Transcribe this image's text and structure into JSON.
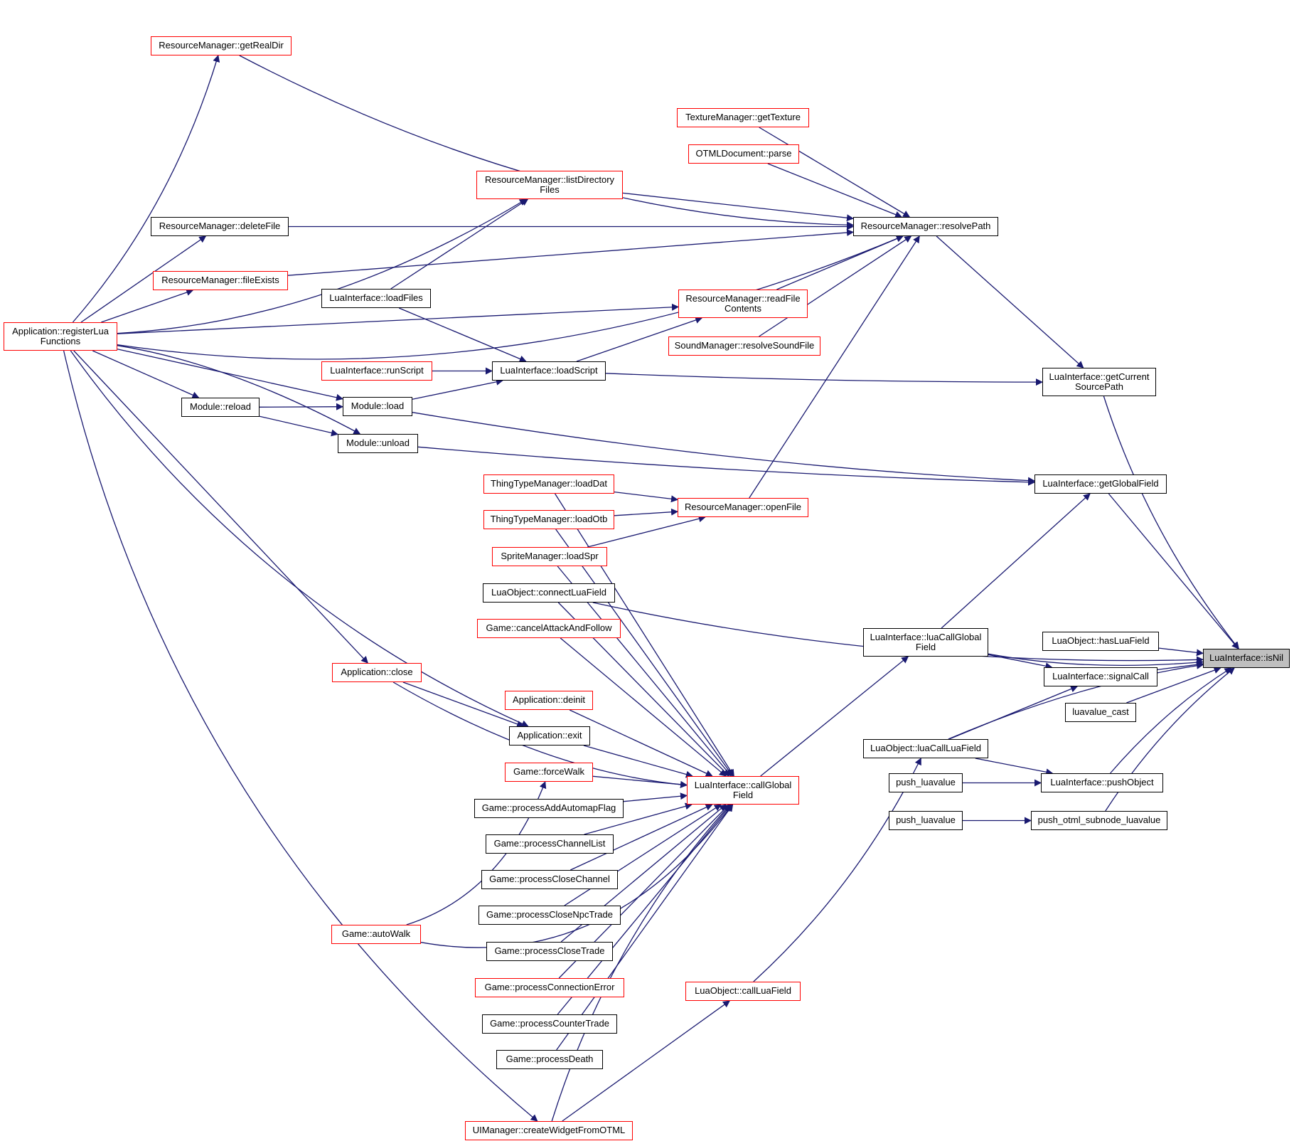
{
  "diagram_title": "LuaInterface::isNil caller graph",
  "colors": {
    "edge": "#191970",
    "border_default": "#000000",
    "border_linked": "#ff0000",
    "focus_fill": "#bfbfbf"
  },
  "nodes": [
    {
      "id": "getRealDir",
      "label": "ResourceManager::getRealDir",
      "border": "red"
    },
    {
      "id": "getTexture",
      "label": "TextureManager::getTexture",
      "border": "red"
    },
    {
      "id": "otmlParse",
      "label": "OTMLDocument::parse",
      "border": "red"
    },
    {
      "id": "listDirectoryFiles",
      "label": "ResourceManager::listDirectory\nFiles",
      "border": "red"
    },
    {
      "id": "deleteFile",
      "label": "ResourceManager::deleteFile",
      "border": "black"
    },
    {
      "id": "resolvePath",
      "label": "ResourceManager::resolvePath",
      "border": "black"
    },
    {
      "id": "fileExists",
      "label": "ResourceManager::fileExists",
      "border": "red"
    },
    {
      "id": "loadFiles",
      "label": "LuaInterface::loadFiles",
      "border": "black"
    },
    {
      "id": "readFileContents",
      "label": "ResourceManager::readFile\nContents",
      "border": "red"
    },
    {
      "id": "registerLuaFunctions",
      "label": "Application::registerLua\nFunctions",
      "border": "red"
    },
    {
      "id": "resolveSoundFile",
      "label": "SoundManager::resolveSoundFile",
      "border": "red"
    },
    {
      "id": "runScript",
      "label": "LuaInterface::runScript",
      "border": "red"
    },
    {
      "id": "loadScript",
      "label": "LuaInterface::loadScript",
      "border": "black"
    },
    {
      "id": "getCurrentSourcePath",
      "label": "LuaInterface::getCurrent\nSourcePath",
      "border": "black"
    },
    {
      "id": "moduleReload",
      "label": "Module::reload",
      "border": "black"
    },
    {
      "id": "moduleLoad",
      "label": "Module::load",
      "border": "black"
    },
    {
      "id": "moduleUnload",
      "label": "Module::unload",
      "border": "black"
    },
    {
      "id": "loadDat",
      "label": "ThingTypeManager::loadDat",
      "border": "red"
    },
    {
      "id": "openFile",
      "label": "ResourceManager::openFile",
      "border": "red"
    },
    {
      "id": "getGlobalField",
      "label": "LuaInterface::getGlobalField",
      "border": "black"
    },
    {
      "id": "loadOtb",
      "label": "ThingTypeManager::loadOtb",
      "border": "red"
    },
    {
      "id": "loadSpr",
      "label": "SpriteManager::loadSpr",
      "border": "red"
    },
    {
      "id": "connectLuaField",
      "label": "LuaObject::connectLuaField",
      "border": "black"
    },
    {
      "id": "cancelAttackAndFollow",
      "label": "Game::cancelAttackAndFollow",
      "border": "red"
    },
    {
      "id": "luaCallGlobalField",
      "label": "LuaInterface::luaCallGlobal\nField",
      "border": "black"
    },
    {
      "id": "hasLuaField",
      "label": "LuaObject::hasLuaField",
      "border": "black"
    },
    {
      "id": "isNil",
      "label": "LuaInterface::isNil",
      "border": "black",
      "focus": true
    },
    {
      "id": "appClose",
      "label": "Application::close",
      "border": "red"
    },
    {
      "id": "signalCall",
      "label": "LuaInterface::signalCall",
      "border": "black"
    },
    {
      "id": "appDeinit",
      "label": "Application::deinit",
      "border": "red"
    },
    {
      "id": "luavalueCast",
      "label": "luavalue_cast",
      "border": "black"
    },
    {
      "id": "appExit",
      "label": "Application::exit",
      "border": "black"
    },
    {
      "id": "luaCallLuaField",
      "label": "LuaObject::luaCallLuaField",
      "border": "black"
    },
    {
      "id": "forceWalk",
      "label": "Game::forceWalk",
      "border": "red"
    },
    {
      "id": "callGlobalField",
      "label": "LuaInterface::callGlobal\nField",
      "border": "red"
    },
    {
      "id": "pushLuavalue1",
      "label": "push_luavalue",
      "border": "black"
    },
    {
      "id": "pushObject",
      "label": "LuaInterface::pushObject",
      "border": "black"
    },
    {
      "id": "processAddAutomapFlag",
      "label": "Game::processAddAutomapFlag",
      "border": "black"
    },
    {
      "id": "pushLuavalue2",
      "label": "push_luavalue",
      "border": "black"
    },
    {
      "id": "pushOtmlSubnode",
      "label": "push_otml_subnode_luavalue",
      "border": "black"
    },
    {
      "id": "processChannelList",
      "label": "Game::processChannelList",
      "border": "black"
    },
    {
      "id": "processCloseChannel",
      "label": "Game::processCloseChannel",
      "border": "black"
    },
    {
      "id": "processCloseNpcTrade",
      "label": "Game::processCloseNpcTrade",
      "border": "black"
    },
    {
      "id": "autoWalk",
      "label": "Game::autoWalk",
      "border": "red"
    },
    {
      "id": "processCloseTrade",
      "label": "Game::processCloseTrade",
      "border": "black"
    },
    {
      "id": "processConnectionError",
      "label": "Game::processConnectionError",
      "border": "red"
    },
    {
      "id": "callLuaField",
      "label": "LuaObject::callLuaField",
      "border": "red"
    },
    {
      "id": "processCounterTrade",
      "label": "Game::processCounterTrade",
      "border": "black"
    },
    {
      "id": "processDeath",
      "label": "Game::processDeath",
      "border": "black"
    },
    {
      "id": "createWidgetFromOTML",
      "label": "UIManager::createWidgetFromOTML",
      "border": "red"
    }
  ],
  "edges": [
    [
      "resolvePath",
      "getRealDir"
    ],
    [
      "resolvePath",
      "registerLuaFunctions"
    ],
    [
      "resolvePath",
      "getTexture"
    ],
    [
      "resolvePath",
      "otmlParse"
    ],
    [
      "resolvePath",
      "listDirectoryFiles"
    ],
    [
      "resolvePath",
      "deleteFile"
    ],
    [
      "resolvePath",
      "fileExists"
    ],
    [
      "resolvePath",
      "readFileContents"
    ],
    [
      "resolvePath",
      "resolveSoundFile"
    ],
    [
      "resolvePath",
      "openFile"
    ],
    [
      "getRealDir",
      "registerLuaFunctions"
    ],
    [
      "listDirectoryFiles",
      "registerLuaFunctions"
    ],
    [
      "listDirectoryFiles",
      "loadFiles"
    ],
    [
      "deleteFile",
      "registerLuaFunctions"
    ],
    [
      "fileExists",
      "registerLuaFunctions"
    ],
    [
      "readFileContents",
      "registerLuaFunctions"
    ],
    [
      "readFileContents",
      "loadScript"
    ],
    [
      "loadScript",
      "loadFiles"
    ],
    [
      "loadScript",
      "runScript"
    ],
    [
      "loadScript",
      "moduleLoad"
    ],
    [
      "getCurrentSourcePath",
      "resolvePath"
    ],
    [
      "getCurrentSourcePath",
      "loadScript"
    ],
    [
      "moduleReload",
      "registerLuaFunctions"
    ],
    [
      "moduleLoad",
      "registerLuaFunctions"
    ],
    [
      "moduleLoad",
      "moduleReload"
    ],
    [
      "moduleUnload",
      "registerLuaFunctions"
    ],
    [
      "moduleUnload",
      "moduleReload"
    ],
    [
      "getGlobalField",
      "moduleLoad"
    ],
    [
      "getGlobalField",
      "moduleUnload"
    ],
    [
      "getGlobalField",
      "luaCallGlobalField"
    ],
    [
      "openFile",
      "loadDat"
    ],
    [
      "openFile",
      "loadOtb"
    ],
    [
      "openFile",
      "loadSpr"
    ],
    [
      "appClose",
      "registerLuaFunctions"
    ],
    [
      "appExit",
      "registerLuaFunctions"
    ],
    [
      "appExit",
      "appClose"
    ],
    [
      "forceWalk",
      "autoWalk"
    ],
    [
      "luaCallGlobalField",
      "callGlobalField"
    ],
    [
      "signalCall",
      "luaCallGlobalField"
    ],
    [
      "signalCall",
      "luaCallLuaField"
    ],
    [
      "luaCallLuaField",
      "callLuaField"
    ],
    [
      "pushObject",
      "luaCallLuaField"
    ],
    [
      "pushObject",
      "pushLuavalue1"
    ],
    [
      "pushOtmlSubnode",
      "pushLuavalue2"
    ],
    [
      "callLuaField",
      "createWidgetFromOTML"
    ],
    [
      "callGlobalField",
      "loadDat"
    ],
    [
      "callGlobalField",
      "loadOtb"
    ],
    [
      "callGlobalField",
      "loadSpr"
    ],
    [
      "callGlobalField",
      "connectLuaField"
    ],
    [
      "callGlobalField",
      "cancelAttackAndFollow"
    ],
    [
      "callGlobalField",
      "appClose"
    ],
    [
      "callGlobalField",
      "appDeinit"
    ],
    [
      "callGlobalField",
      "appExit"
    ],
    [
      "callGlobalField",
      "forceWalk"
    ],
    [
      "callGlobalField",
      "processAddAutomapFlag"
    ],
    [
      "callGlobalField",
      "processChannelList"
    ],
    [
      "callGlobalField",
      "processCloseChannel"
    ],
    [
      "callGlobalField",
      "processCloseNpcTrade"
    ],
    [
      "callGlobalField",
      "processCloseTrade"
    ],
    [
      "callGlobalField",
      "processConnectionError"
    ],
    [
      "callGlobalField",
      "processCounterTrade"
    ],
    [
      "callGlobalField",
      "processDeath"
    ],
    [
      "callGlobalField",
      "createWidgetFromOTML"
    ],
    [
      "callGlobalField",
      "autoWalk"
    ],
    [
      "createWidgetFromOTML",
      "registerLuaFunctions"
    ],
    [
      "isNil",
      "getCurrentSourcePath"
    ],
    [
      "isNil",
      "getGlobalField"
    ],
    [
      "isNil",
      "connectLuaField"
    ],
    [
      "isNil",
      "luaCallGlobalField"
    ],
    [
      "isNil",
      "hasLuaField"
    ],
    [
      "isNil",
      "signalCall"
    ],
    [
      "isNil",
      "luavalueCast"
    ],
    [
      "isNil",
      "luaCallLuaField"
    ],
    [
      "isNil",
      "pushObject"
    ],
    [
      "isNil",
      "pushOtmlSubnode"
    ]
  ]
}
